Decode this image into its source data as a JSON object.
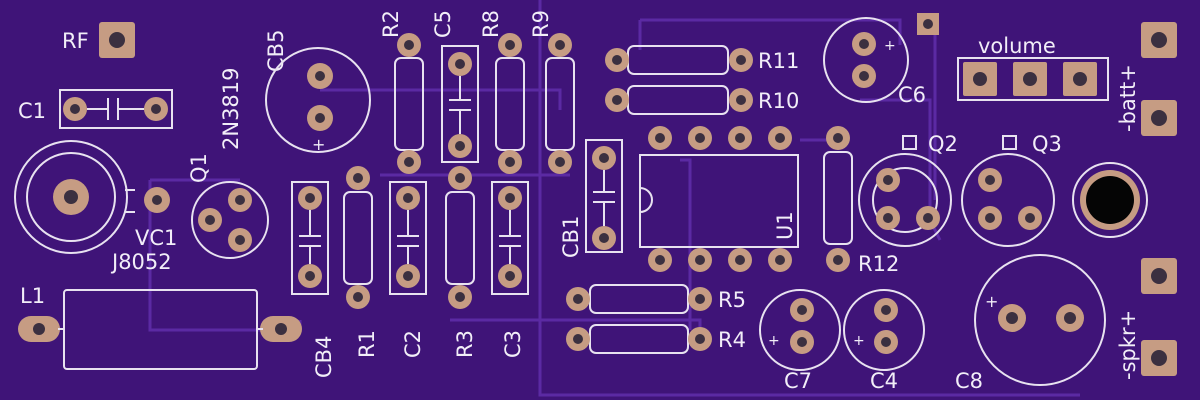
{
  "board": {
    "colors": {
      "background": "#3f1478",
      "silkscreen": "#e8e2f0",
      "pad": "#c69c83",
      "trace": "#5b2aa3"
    },
    "labels": {
      "rf": "RF",
      "cb5": "CB5",
      "r2": "R2",
      "c5": "C5",
      "r8": "R8",
      "r9": "R9",
      "c1": "C1",
      "q1": "Q1",
      "q1_part": "2N3819",
      "vc1": "VC1",
      "vc1_part": "J8052",
      "l1": "L1",
      "cb4": "CB4",
      "r1": "R1",
      "c2": "C2",
      "r3": "R3",
      "c3": "C3",
      "cb1": "CB1",
      "r11": "R11",
      "r10": "R10",
      "u1": "U1",
      "r12": "R12",
      "r5": "R5",
      "r4": "R4",
      "c6": "C6",
      "volume": "volume",
      "batt": "-batt+",
      "q2": "Q2",
      "q3": "Q3",
      "c7": "C7",
      "c4": "C4",
      "c8": "C8",
      "spkr": "-spkr+",
      "plus": "+"
    }
  }
}
